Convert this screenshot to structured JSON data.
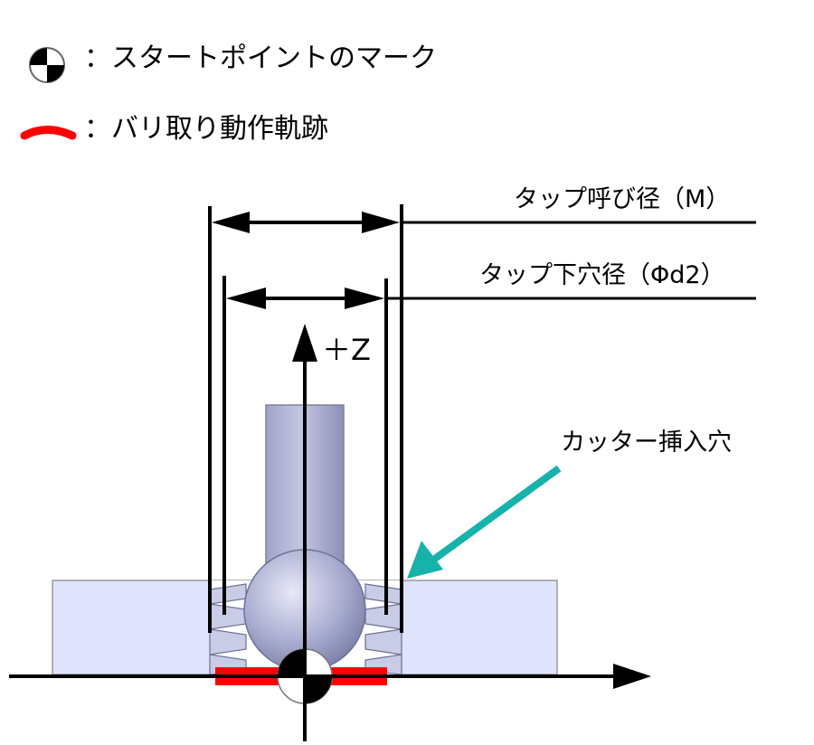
{
  "legend": {
    "start_point": {
      "text": "：スタートポイントのマーク",
      "icon": "start-point-mark-icon"
    },
    "deburr_path": {
      "text": "：バリ取り動作軌跡",
      "icon": "red-arc-icon",
      "color": "#ff0000"
    }
  },
  "labels": {
    "tap_nominal": "タップ呼び径（M）",
    "tap_drill": "タップ下穴径（Φd2）",
    "axis_z": "＋Z",
    "cutter_hole": "カッター挿入穴"
  },
  "colors": {
    "plate_fill": "#dfe3fb",
    "tool_fill": "#a9aed0",
    "deburr": "#ff0000",
    "callout_arrow": "#17b2aa"
  }
}
